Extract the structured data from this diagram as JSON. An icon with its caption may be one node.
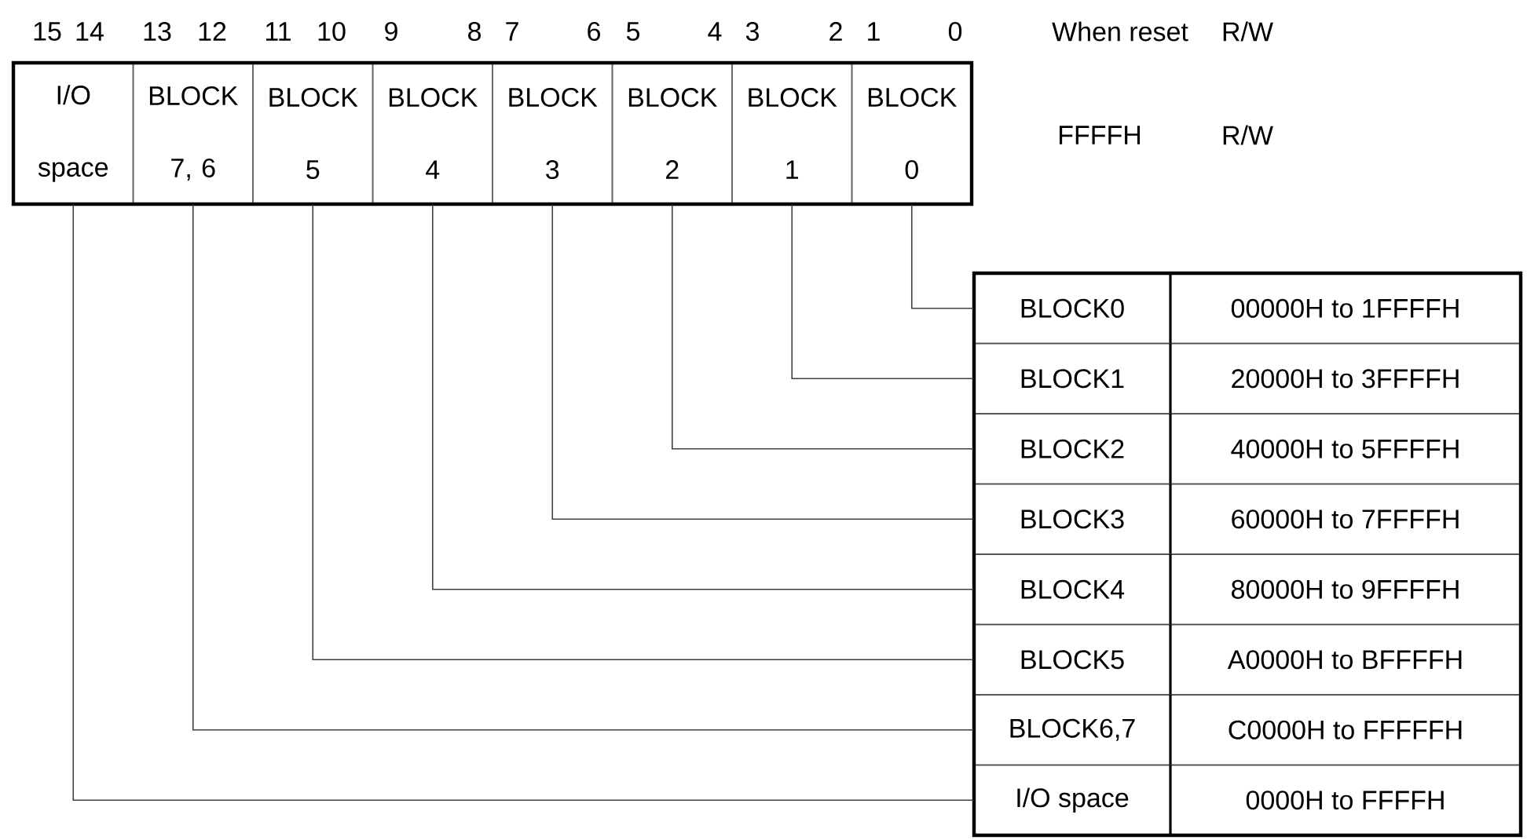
{
  "diagram": {
    "nodes": [
      {
        "text": [
          "I/O space"
        ]
      },
      {
        "text": [
          "BLOCK 7, 6"
        ]
      },
      {
        "text": [
          "BLOCK 5"
        ]
      },
      {
        "text": [
          "BLOCK 4"
        ]
      },
      {
        "text": [
          "BLOCK 3"
        ]
      },
      {
        "text": [
          "BLOCK 2"
        ]
      },
      {
        "text": [
          "BLOCK 1"
        ]
      },
      {
        "text": [
          "BLOCK 0"
        ]
      },
      {
        "text": [
          "BLOCK0",
          "00000H to 1FFFFH"
        ]
      },
      {
        "text": [
          "BLOCK1",
          "20000H to 3FFFFH"
        ]
      },
      {
        "text": [
          "BLOCK2",
          "40000H to 5FFFFH"
        ]
      },
      {
        "text": [
          "BLOCK3",
          "60000H to 7FFFFH"
        ]
      },
      {
        "text": [
          "BLOCK4",
          "80000H to 9FFFFH"
        ]
      },
      {
        "text": [
          "BLOCK5",
          "A0000H to BFFFFH"
        ]
      },
      {
        "text": [
          "BLOCK6,7",
          "C0000H to FFFFFH"
        ]
      },
      {
        "text": [
          "I/O space",
          "0000H to FFFFH"
        ]
      }
    ],
    "edges": [
      {
        "from": 7,
        "to": 8,
        "arrow": "none"
      },
      {
        "from": 6,
        "to": 9,
        "arrow": "none"
      },
      {
        "from": 5,
        "to": 10,
        "arrow": "none"
      },
      {
        "from": 4,
        "to": 11,
        "arrow": "none"
      },
      {
        "from": 3,
        "to": 12,
        "arrow": "none"
      },
      {
        "from": 2,
        "to": 13,
        "arrow": "none"
      },
      {
        "from": 1,
        "to": 14,
        "arrow": "none"
      },
      {
        "from": 0,
        "to": 15,
        "arrow": "none"
      }
    ],
    "labels": [
      "15",
      "14",
      "13",
      "12",
      "11",
      "10",
      "9",
      "8",
      "7",
      "6",
      "5",
      "4",
      "3",
      "2",
      "1",
      "0",
      "When reset",
      "R/W",
      "FFFFH",
      "R/W"
    ]
  }
}
